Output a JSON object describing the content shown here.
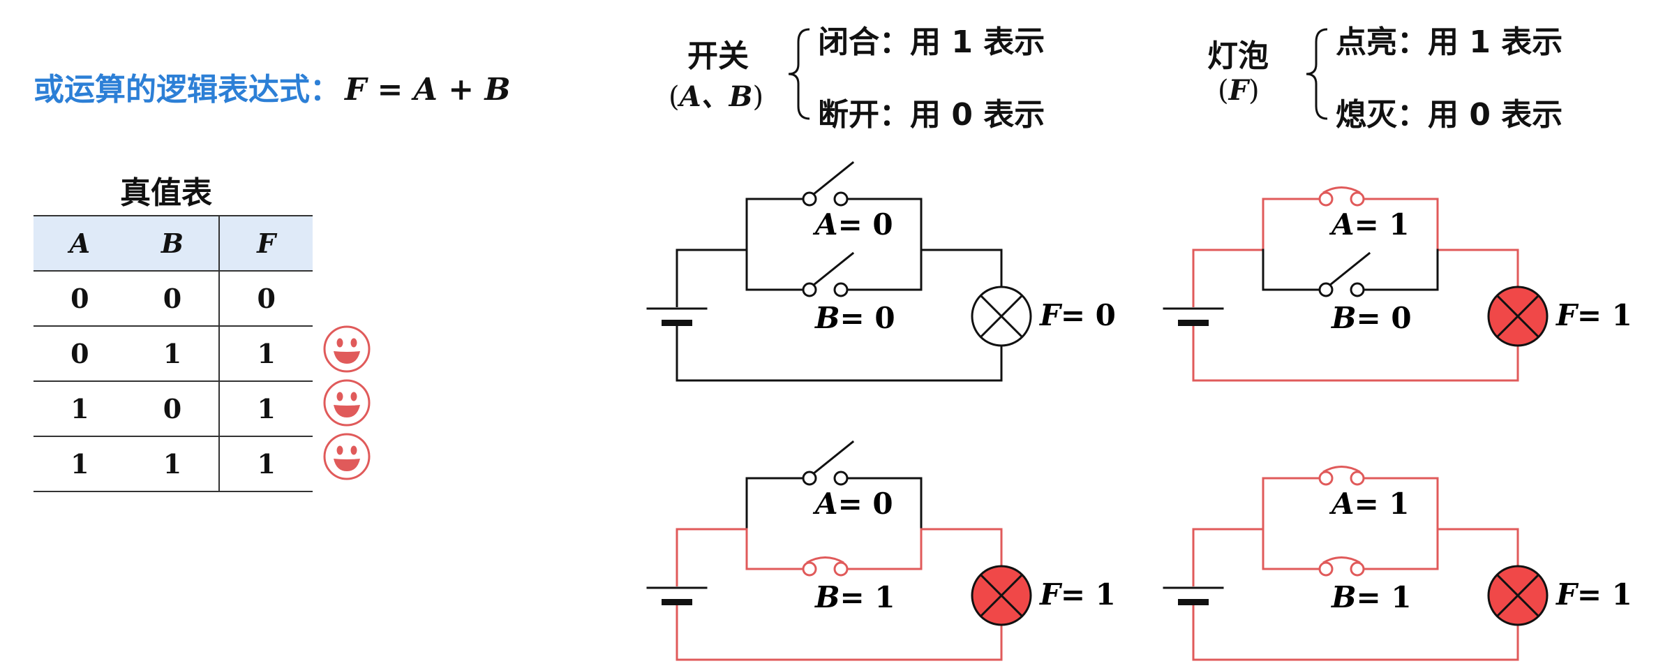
{
  "header": {
    "title_cn": "或运算的逻辑表达式：",
    "title_expr": "F = A + B"
  },
  "legend": {
    "switch": {
      "label": "开关",
      "sub_open": "(",
      "sub_vars": "A、B",
      "sub_close": ")",
      "closed": "闭合：用 1 表示",
      "open": "断开：用 0 表示"
    },
    "bulb": {
      "label": "灯泡",
      "sub_open": "(",
      "sub_vars": "F",
      "sub_close": ")",
      "on": "点亮：用 1 表示",
      "off": "熄灭：用 0 表示"
    }
  },
  "truth_table": {
    "caption": "真值表",
    "headers": [
      "A",
      "B",
      "F"
    ],
    "rows": [
      [
        "0",
        "0",
        "0"
      ],
      [
        "0",
        "1",
        "1"
      ],
      [
        "1",
        "0",
        "1"
      ],
      [
        "1",
        "1",
        "1"
      ]
    ],
    "smiley_rows": [
      1,
      2,
      3
    ],
    "smiley_icon": "smiley-face-icon"
  },
  "colors": {
    "title_blue": "#2c7fd6",
    "active_wire": "#e05a5a",
    "lamp_on": "#f04848",
    "header_bg": "#dfeaf8",
    "inactive_wire": "#111111"
  },
  "circuits": [
    {
      "a_label": "A",
      "a_value": "0",
      "b_label": "B",
      "b_value": "0",
      "f_label": "F",
      "f_value": "0",
      "a_closed": false,
      "b_closed": false,
      "lamp_on": false
    },
    {
      "a_label": "A",
      "a_value": "1",
      "b_label": "B",
      "b_value": "0",
      "f_label": "F",
      "f_value": "1",
      "a_closed": true,
      "b_closed": false,
      "lamp_on": true
    },
    {
      "a_label": "A",
      "a_value": "0",
      "b_label": "B",
      "b_value": "1",
      "f_label": "F",
      "f_value": "1",
      "a_closed": false,
      "b_closed": true,
      "lamp_on": true
    },
    {
      "a_label": "A",
      "a_value": "1",
      "b_label": "B",
      "b_value": "1",
      "f_label": "F",
      "f_value": "1",
      "a_closed": true,
      "b_closed": true,
      "lamp_on": true
    }
  ]
}
